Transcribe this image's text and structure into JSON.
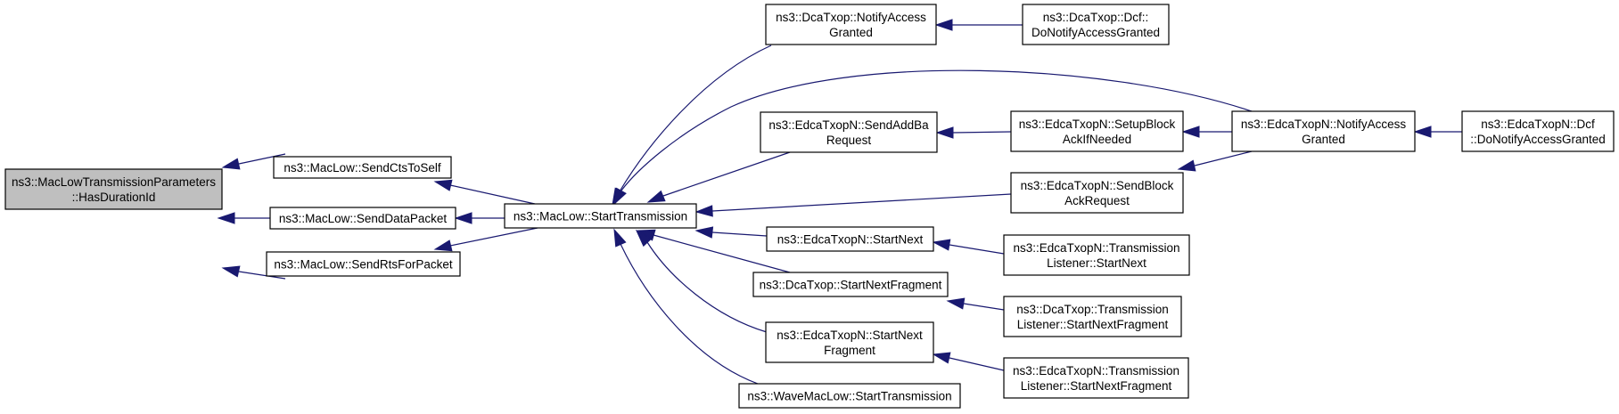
{
  "colors": {
    "edge": "#191970",
    "node_border": "#000000",
    "node_fill": "#ffffff",
    "root_fill": "#bfbfbf"
  },
  "nodes": {
    "root": {
      "lines": [
        "ns3::MacLowTransmissionParameters",
        "::HasDurationId"
      ]
    },
    "send_cts": {
      "lines": [
        "ns3::MacLow::SendCtsToSelf"
      ]
    },
    "send_data": {
      "lines": [
        "ns3::MacLow::SendDataPacket"
      ]
    },
    "send_rts": {
      "lines": [
        "ns3::MacLow::SendRtsForPacket"
      ]
    },
    "start_tx": {
      "lines": [
        "ns3::MacLow::StartTransmission"
      ]
    },
    "dca_notify": {
      "lines": [
        "ns3::DcaTxop::NotifyAccess",
        "Granted"
      ]
    },
    "dca_dcf": {
      "lines": [
        "ns3::DcaTxop::Dcf::",
        "DoNotifyAccessGranted"
      ]
    },
    "edca_addba": {
      "lines": [
        "ns3::EdcaTxopN::SendAddBa",
        "Request"
      ]
    },
    "edca_setup": {
      "lines": [
        "ns3::EdcaTxopN::SetupBlock",
        "AckIfNeeded"
      ]
    },
    "edca_notify": {
      "lines": [
        "ns3::EdcaTxopN::NotifyAccess",
        "Granted"
      ]
    },
    "edca_dcf": {
      "lines": [
        "ns3::EdcaTxopN::Dcf",
        "::DoNotifyAccessGranted"
      ]
    },
    "edca_sendblock": {
      "lines": [
        "ns3::EdcaTxopN::SendBlock",
        "AckRequest"
      ]
    },
    "edca_startnext": {
      "lines": [
        "ns3::EdcaTxopN::StartNext"
      ]
    },
    "edca_tl_startnext": {
      "lines": [
        "ns3::EdcaTxopN::Transmission",
        "Listener::StartNext"
      ]
    },
    "dca_startnextfrag": {
      "lines": [
        "ns3::DcaTxop::StartNextFragment"
      ]
    },
    "dca_tl_startnextfrag": {
      "lines": [
        "ns3::DcaTxop::Transmission",
        "Listener::StartNextFragment"
      ]
    },
    "edca_startnextfrag": {
      "lines": [
        "ns3::EdcaTxopN::StartNext",
        "Fragment"
      ]
    },
    "edca_tl_startnextfrag": {
      "lines": [
        "ns3::EdcaTxopN::Transmission",
        "Listener::StartNextFragment"
      ]
    },
    "wave_starttx": {
      "lines": [
        "ns3::WaveMacLow::StartTransmission"
      ]
    }
  },
  "edges": [
    {
      "from": "send_cts",
      "to": "root"
    },
    {
      "from": "send_data",
      "to": "root"
    },
    {
      "from": "send_rts",
      "to": "root"
    },
    {
      "from": "start_tx",
      "to": "send_cts"
    },
    {
      "from": "start_tx",
      "to": "send_data"
    },
    {
      "from": "start_tx",
      "to": "send_rts"
    },
    {
      "from": "dca_notify",
      "to": "start_tx"
    },
    {
      "from": "edca_notify",
      "to": "start_tx"
    },
    {
      "from": "edca_addba",
      "to": "start_tx"
    },
    {
      "from": "edca_sendblock",
      "to": "start_tx"
    },
    {
      "from": "edca_startnext",
      "to": "start_tx"
    },
    {
      "from": "dca_startnextfrag",
      "to": "start_tx"
    },
    {
      "from": "edca_startnextfrag",
      "to": "start_tx"
    },
    {
      "from": "wave_starttx",
      "to": "start_tx"
    },
    {
      "from": "dca_dcf",
      "to": "dca_notify"
    },
    {
      "from": "edca_setup",
      "to": "edca_addba"
    },
    {
      "from": "edca_notify",
      "to": "edca_setup"
    },
    {
      "from": "edca_notify",
      "to": "edca_sendblock"
    },
    {
      "from": "edca_dcf",
      "to": "edca_notify"
    },
    {
      "from": "edca_tl_startnext",
      "to": "edca_startnext"
    },
    {
      "from": "dca_tl_startnextfrag",
      "to": "dca_startnextfrag"
    },
    {
      "from": "edca_tl_startnextfrag",
      "to": "edca_startnextfrag"
    }
  ]
}
